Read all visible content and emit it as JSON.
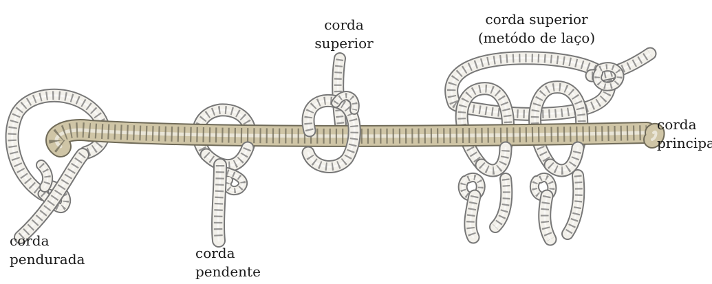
{
  "labels": {
    "hanging_rope": {
      "line1": "corda",
      "line2": "pendurada"
    },
    "pendant_rope": {
      "line1": "corda",
      "line2": "pendente"
    },
    "upper_rope": {
      "line1": "corda",
      "line2": "superior"
    },
    "upper_rope_loop": {
      "line1": "corda superior",
      "line2": "(metódo de laço)"
    },
    "main_rope": {
      "line1": "corda",
      "line2": "principal"
    }
  },
  "colors": {
    "main_rope": "#cfc5a6",
    "main_rope_outline": "#6f6a58",
    "side_rope": "#f2f0ea",
    "side_rope_outline": "#777777",
    "text": "#1a1a1a"
  }
}
